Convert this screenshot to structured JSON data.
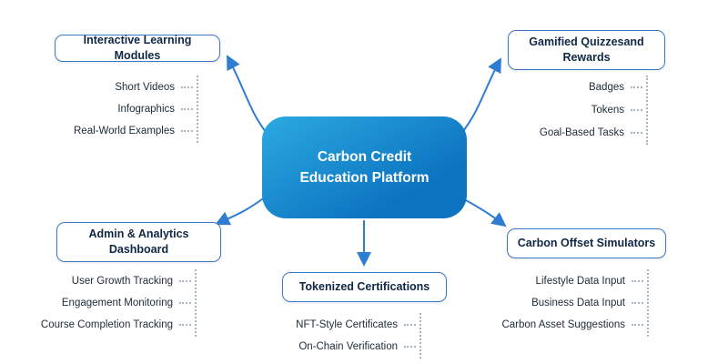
{
  "center": {
    "label": "Carbon Credit Education Platform"
  },
  "branches": [
    {
      "id": "interactive-learning-modules",
      "title": "Interactive Learning Modules",
      "items": [
        "Short Videos",
        "Infographics",
        "Real-World Examples"
      ]
    },
    {
      "id": "gamified-quizzes-and-rewards",
      "title": "Gamified Quizzesand Rewards",
      "items": [
        "Badges",
        "Tokens",
        "Goal-Based Tasks"
      ]
    },
    {
      "id": "admin-analytics-dashboard",
      "title": "Admin & Analytics Dashboard",
      "items": [
        "User Growth Tracking",
        "Engagement Monitoring",
        "Course Completion Tracking"
      ]
    },
    {
      "id": "tokenized-certifications",
      "title": "Tokenized Certifications",
      "items": [
        "NFT-Style Certificates",
        "On-Chain Verification"
      ]
    },
    {
      "id": "carbon-offset-simulators",
      "title": "Carbon Offset Simulators",
      "items": [
        "Lifestyle Data Input",
        "Business Data Input",
        "Carbon Asset Suggestions"
      ]
    }
  ],
  "colors": {
    "accent": "#2e7dd2",
    "box_border": "#3c77c2",
    "center_gradient_start": "#2caae1",
    "center_gradient_end": "#0c73c0",
    "text": "#0f2744",
    "leader": "#a7b4c2"
  }
}
